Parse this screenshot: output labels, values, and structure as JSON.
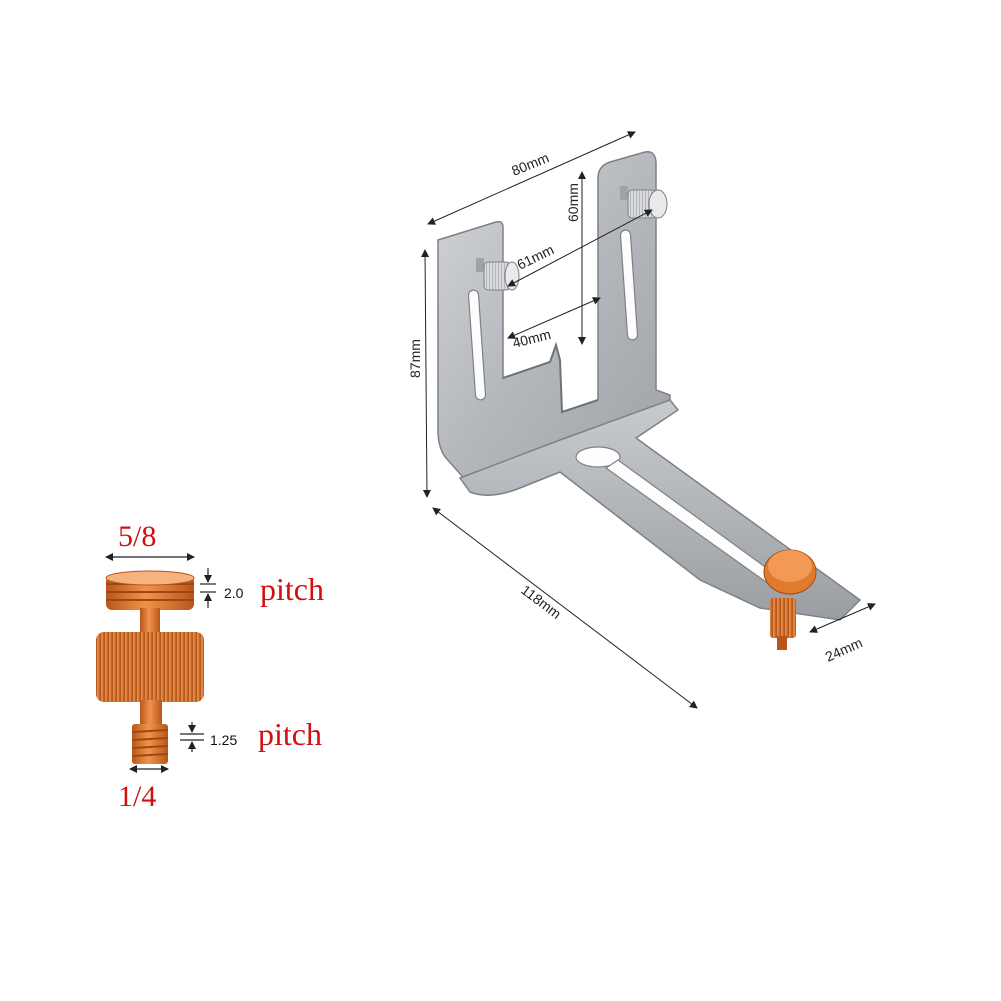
{
  "bracket": {
    "dim_width": "80mm",
    "dim_height": "87mm",
    "dim_slot_span": "61mm",
    "dim_slot_length": "60mm",
    "dim_inner_gap": "40mm",
    "dim_arm_length": "118mm",
    "dim_arm_width": "24mm"
  },
  "adapter": {
    "top_size": "5/8",
    "top_pitch_value": "2.0",
    "top_pitch_word": "pitch",
    "bottom_pitch_value": "1.25",
    "bottom_pitch_word": "pitch",
    "bottom_size": "1/4"
  },
  "colors": {
    "steel": "#b9bcc0",
    "steel_dark": "#8f9399",
    "copper": "#e07a2e",
    "copper_dark": "#b0561a",
    "label_red": "#d01010"
  }
}
